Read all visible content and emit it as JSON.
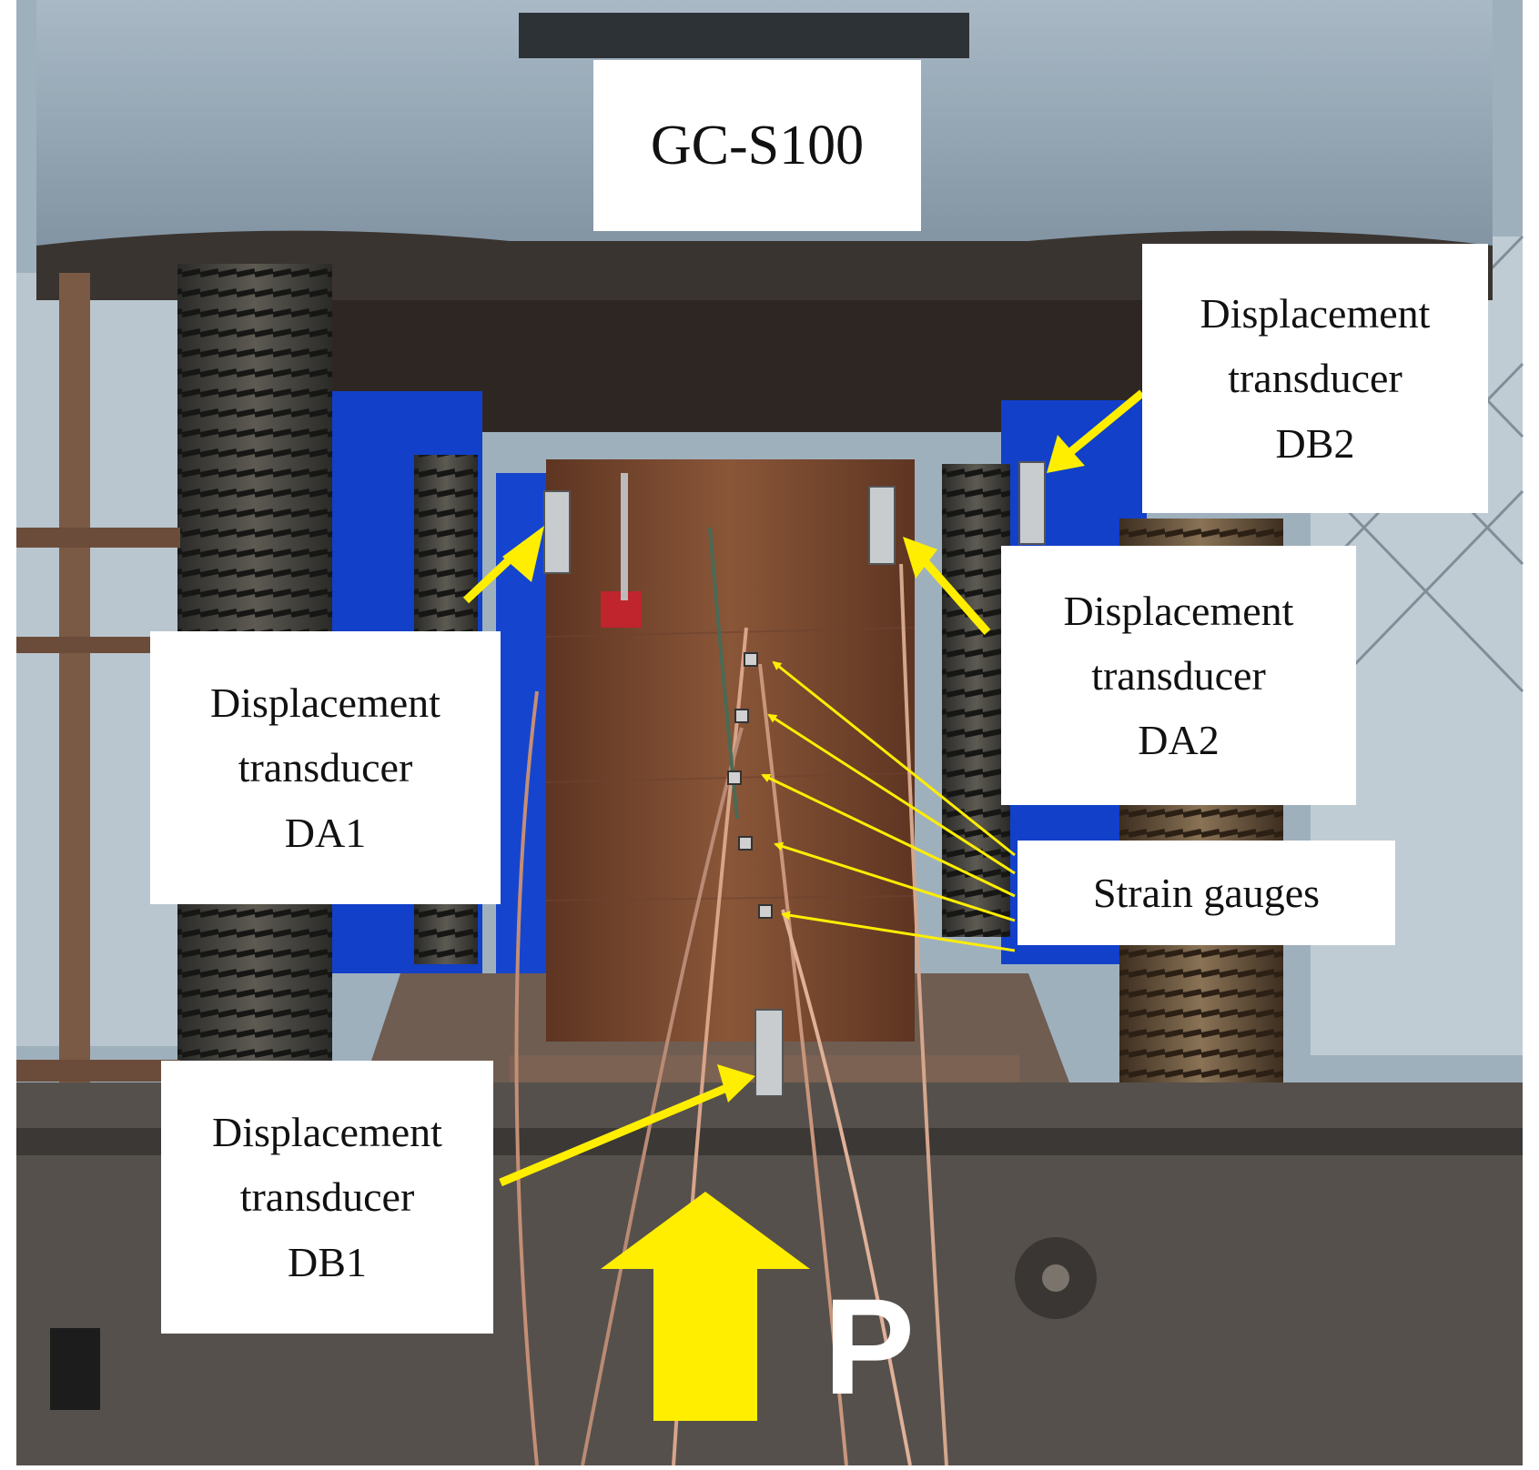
{
  "machine_label": "GC-S100",
  "labels": {
    "db2": [
      "Displacement",
      "transducer",
      "DB2"
    ],
    "da1": [
      "Displacement",
      "transducer",
      "DA1"
    ],
    "da2": [
      "Displacement",
      "transducer",
      "DA2"
    ],
    "strain": "Strain gauges",
    "db1": [
      "Displacement",
      "transducer",
      "DB1"
    ]
  },
  "load_symbol": "P",
  "colors": {
    "annotation_arrow": "#ffee00",
    "label_bg": "#ffffff",
    "label_text": "#111111",
    "blue_panel": "#1240c8",
    "specimen": "#7a4a30",
    "machine_frame": "#8fa0ae"
  }
}
